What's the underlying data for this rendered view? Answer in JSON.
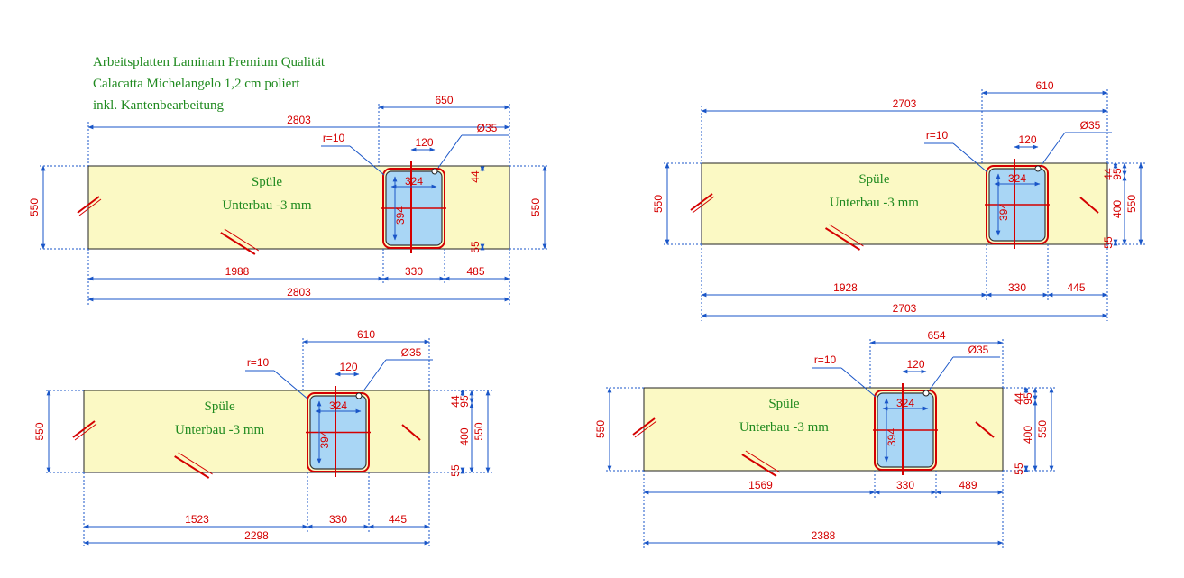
{
  "header": {
    "line1": "Arbeitsplatten Laminam Premium Qualität",
    "line2": "Calacatta Michelangelo 1,2 cm poliert",
    "line3": "inkl. Kantenbearbeitung"
  },
  "colors": {
    "slab": "#fbf9c4",
    "sink": "#a9d6f5",
    "dim_line": "#1a56c8",
    "red": "#d40000",
    "text_green": "#1f8a1f"
  },
  "drawings": [
    {
      "id": "d1",
      "sink_label": "Spüle",
      "mount_label": "Unterbau -3 mm",
      "radius": "r=10",
      "tap": "Ø35",
      "top_total": "2803",
      "top_offset": "650",
      "tap_offset": "120",
      "depth_left": "550",
      "depth_right": "550",
      "bowl_width": "324",
      "bowl_depth": "394",
      "top_gap": "44",
      "bottom_gap": "55",
      "back_gap": "",
      "front_mid": "",
      "bottom_left": "1988",
      "bottom_sink": "330",
      "bottom_right": "485",
      "bottom_total": "2803"
    },
    {
      "id": "d2",
      "sink_label": "Spüle",
      "mount_label": "Unterbau -3 mm",
      "radius": "r=10",
      "tap": "Ø35",
      "top_total": "2703",
      "top_offset": "610",
      "tap_offset": "120",
      "depth_left": "550",
      "depth_right": "550",
      "bowl_width": "324",
      "bowl_depth": "394",
      "top_gap": "44",
      "bottom_gap": "55",
      "back_gap": "95",
      "front_mid": "400",
      "bottom_left": "1928",
      "bottom_sink": "330",
      "bottom_right": "445",
      "bottom_total": "2703"
    },
    {
      "id": "d3",
      "sink_label": "Spüle",
      "mount_label": "Unterbau -3 mm",
      "radius": "r=10",
      "tap": "Ø35",
      "top_total": "",
      "top_offset": "610",
      "tap_offset": "120",
      "depth_left": "550",
      "depth_right": "550",
      "bowl_width": "324",
      "bowl_depth": "394",
      "top_gap": "44",
      "bottom_gap": "55",
      "back_gap": "95",
      "front_mid": "400",
      "bottom_left": "1523",
      "bottom_sink": "330",
      "bottom_right": "445",
      "bottom_total": "2298"
    },
    {
      "id": "d4",
      "sink_label": "Spüle",
      "mount_label": "Unterbau -3 mm",
      "radius": "r=10",
      "tap": "Ø35",
      "top_total": "",
      "top_offset": "654",
      "tap_offset": "120",
      "depth_left": "550",
      "depth_right": "550",
      "bowl_width": "324",
      "bowl_depth": "394",
      "top_gap": "44",
      "bottom_gap": "55",
      "back_gap": "95",
      "front_mid": "400",
      "bottom_left": "1569",
      "bottom_sink": "330",
      "bottom_right": "489",
      "bottom_total": "2388"
    }
  ]
}
